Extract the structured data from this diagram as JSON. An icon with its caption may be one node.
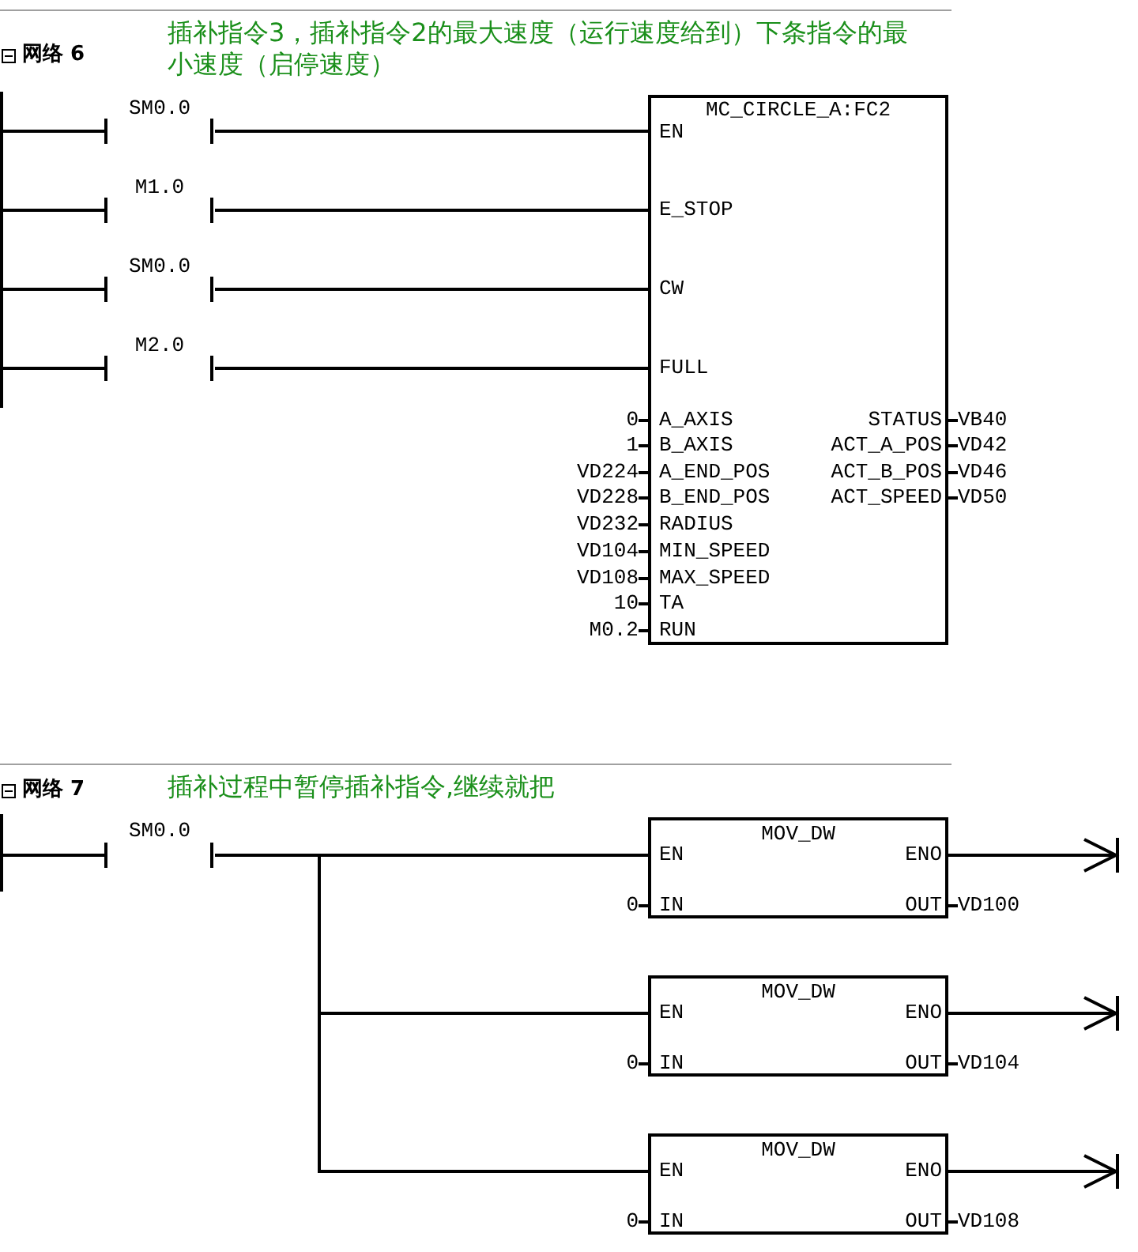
{
  "diagram": {
    "nodes": [
      {
        "text": [],
        "shape": "bar"
      },
      {
        "text": [
          "SM0.0"
        ]
      },
      {
        "text": [
          "M1.0"
        ]
      },
      {
        "text": [
          "SM0.0"
        ]
      },
      {
        "text": [
          "M2.0"
        ]
      },
      {
        "text": [
          "MC_CIRCLE_A:FC2",
          "EN",
          "E_STOP",
          "CW",
          "FULL",
          "A_AXIS",
          "STATUS",
          "B_AXIS",
          "ACT_A_POS",
          "A_END_POS",
          "ACT_B_POS",
          "B_END_POS",
          "ACT_SPEED",
          "RADIUS",
          "MIN_SPEED",
          "MAX_SPEED",
          "TA",
          "RUN"
        ],
        "beside": [
          "0",
          "VB40",
          "1",
          "VD42",
          "VD224",
          "VD46",
          "VD228",
          "VD50",
          "VD232",
          "VD104",
          "VD108",
          "10",
          "M0.2"
        ]
      },
      {
        "text": [],
        "shape": "bar"
      },
      {
        "text": [
          "SM0.0"
        ]
      },
      {
        "text": [
          "MOV_DW",
          "EN",
          "ENO",
          "IN",
          "OUT"
        ],
        "beside": [
          "0",
          "VD100"
        ]
      },
      {
        "text": [
          "MOV_DW",
          "EN",
          "ENO",
          "IN",
          "OUT"
        ],
        "beside": [
          "0",
          "VD104"
        ]
      },
      {
        "text": [
          "MOV_DW",
          "EN",
          "ENO",
          "IN",
          "OUT"
        ],
        "beside": [
          "0",
          "VD108"
        ]
      }
    ],
    "edges": [
      {
        "from": 0,
        "to": 1,
        "arrow": "none"
      },
      {
        "from": 1,
        "to": 5,
        "arrow": "none"
      },
      {
        "from": 0,
        "to": 2,
        "arrow": "none"
      },
      {
        "from": 2,
        "to": 5,
        "arrow": "none"
      },
      {
        "from": 0,
        "to": 3,
        "arrow": "none"
      },
      {
        "from": 3,
        "to": 5,
        "arrow": "none"
      },
      {
        "from": 0,
        "to": 4,
        "arrow": "none"
      },
      {
        "from": 4,
        "to": 5,
        "arrow": "none"
      },
      {
        "from": 6,
        "to": 7,
        "arrow": "none"
      },
      {
        "from": 7,
        "to": 8,
        "arrow": "none"
      },
      {
        "from": 7,
        "to": 9,
        "arrow": "none"
      },
      {
        "from": 7,
        "to": 10,
        "arrow": "none"
      },
      {
        "from": 8,
        "to": null,
        "arrow": "to"
      },
      {
        "from": 9,
        "to": null,
        "arrow": "to"
      },
      {
        "from": 10,
        "to": null,
        "arrow": "to"
      }
    ],
    "labels": [
      "网络 6",
      "插补指令3，插补指令2的最大速度（运行速度给到）下条指令的最小速度（启停速度）",
      "网络 7",
      "插补过程中暂停插补指令,继续就把"
    ]
  }
}
